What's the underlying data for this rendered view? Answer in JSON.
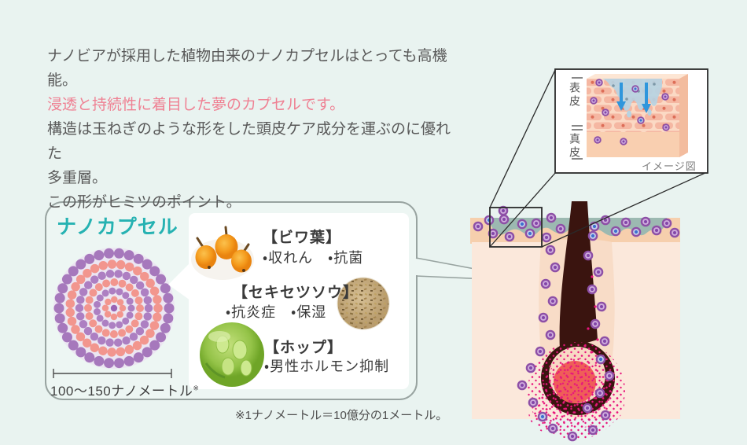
{
  "intro": {
    "lines": [
      "ナノビアが採用した植物由来のナノカプセルはとっても高機",
      "能。",
      "浸透と持続性に着目した夢のカプセルです。",
      "構造は玉ねぎのような形をした頭皮ケア成分を運ぶのに優れた",
      "多重層。",
      "この形がヒミツのポイント。"
    ]
  },
  "capsule_panel": {
    "title": "ナノカプセル",
    "scale_label": "100〜150ナノメートル",
    "scale_mark": "※",
    "ingredients": [
      {
        "name": "【ビワ葉】",
        "effects": "・収れん　・抗菌",
        "image_icon": "loquat-fruits"
      },
      {
        "name": "【セキセツソウ】",
        "effects": "・抗炎症　・保湿",
        "image_icon": "dried-herb"
      },
      {
        "name": "【ホップ】",
        "effects": "・男性ホルモン抑制",
        "image_icon": "green-hops"
      }
    ]
  },
  "skin_inset": {
    "epidermis_label": "表皮",
    "dermis_label": "真皮",
    "caption": "イメージ図"
  },
  "footnote": "※1ナノメートル＝10億分の1メートル。",
  "colors": {
    "page_bg": "#e9f3f0",
    "accent_teal": "#26b2b2",
    "highlight_pink": "#ef8193",
    "capsule_purple": "#ad7fc2",
    "capsule_salmon": "#f2968e",
    "serum_teal": "#9cb9b1",
    "skin_band_peach": "#f6cfad",
    "skin_body": "#fbe8db",
    "follicle_channel": "#f8dcc7",
    "hair_brown": "#3a140f",
    "papilla_red": "#ef5e58",
    "dot_magenta": "#e8157d",
    "penetration_blue": "#b7d3e2",
    "arrow_blue": "#2f96dc"
  }
}
